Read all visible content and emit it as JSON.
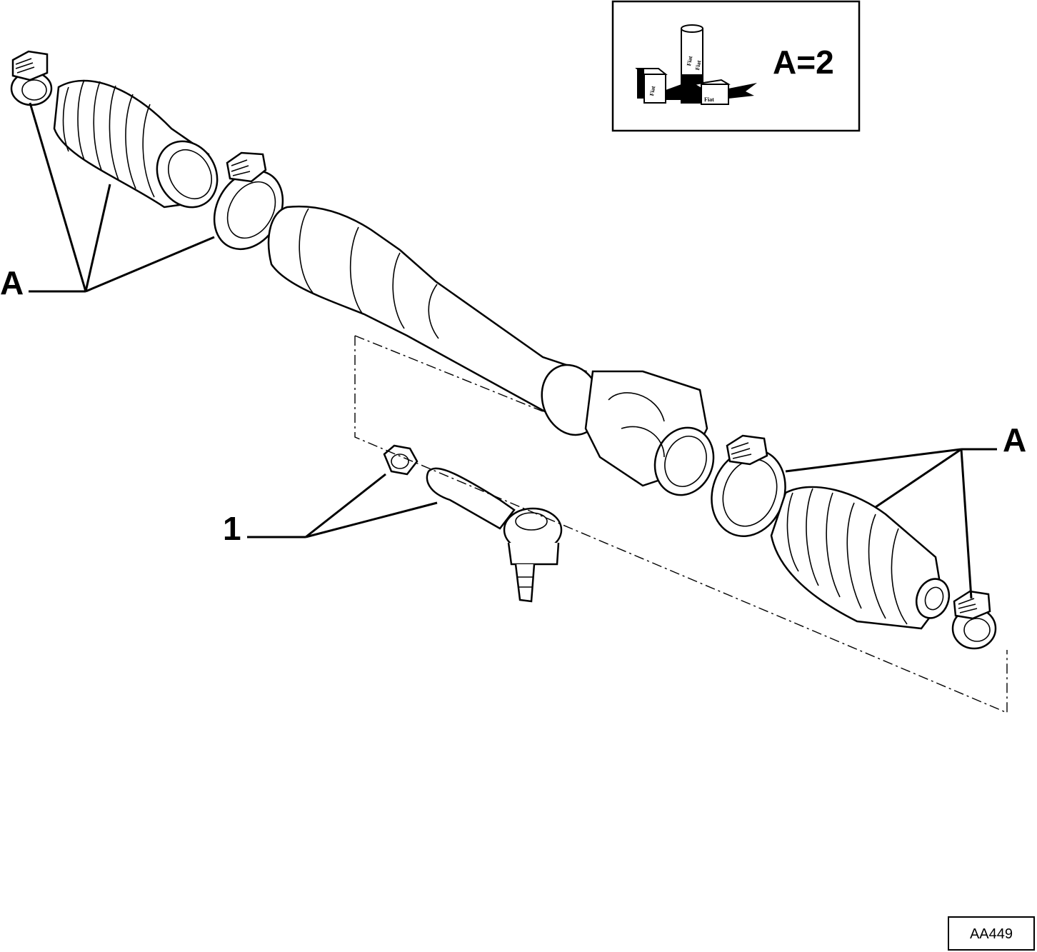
{
  "callouts": {
    "a_left": "A",
    "a_right": "A",
    "item_1": "1"
  },
  "kit_box": {
    "label": "A=2",
    "brand_marks": [
      "Fiat",
      "Fiat",
      "Fiat",
      "Fiat"
    ]
  },
  "reference_code": "AA449",
  "colors": {
    "line": "#000000",
    "background": "#ffffff"
  }
}
